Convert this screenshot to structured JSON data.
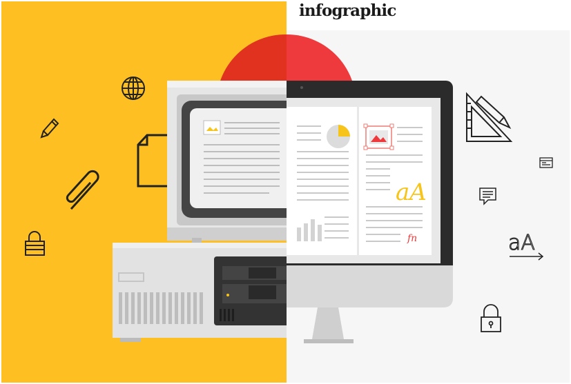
{
  "header": {
    "brand": "infographic"
  },
  "colors": {
    "left_background": "#fdbf21",
    "right_background": "#f6f6f6",
    "accent_red": "#ee3a2c",
    "accent_yellow": "#f6c41b",
    "monitor_black": "#2b2b2b",
    "retro_gray": "#d5d5d5"
  },
  "illustration": {
    "type_sample_retro": "aA",
    "type_sample_modern": "aA",
    "signature": "fn",
    "icons_left": [
      "globe-icon",
      "pencil-icon",
      "paperclip-icon",
      "padlock-icon",
      "document-icon"
    ],
    "icons_right": [
      "set-square-ruler-icon",
      "browser-window-icon",
      "speech-bubble-icon",
      "padlock-icon"
    ]
  }
}
